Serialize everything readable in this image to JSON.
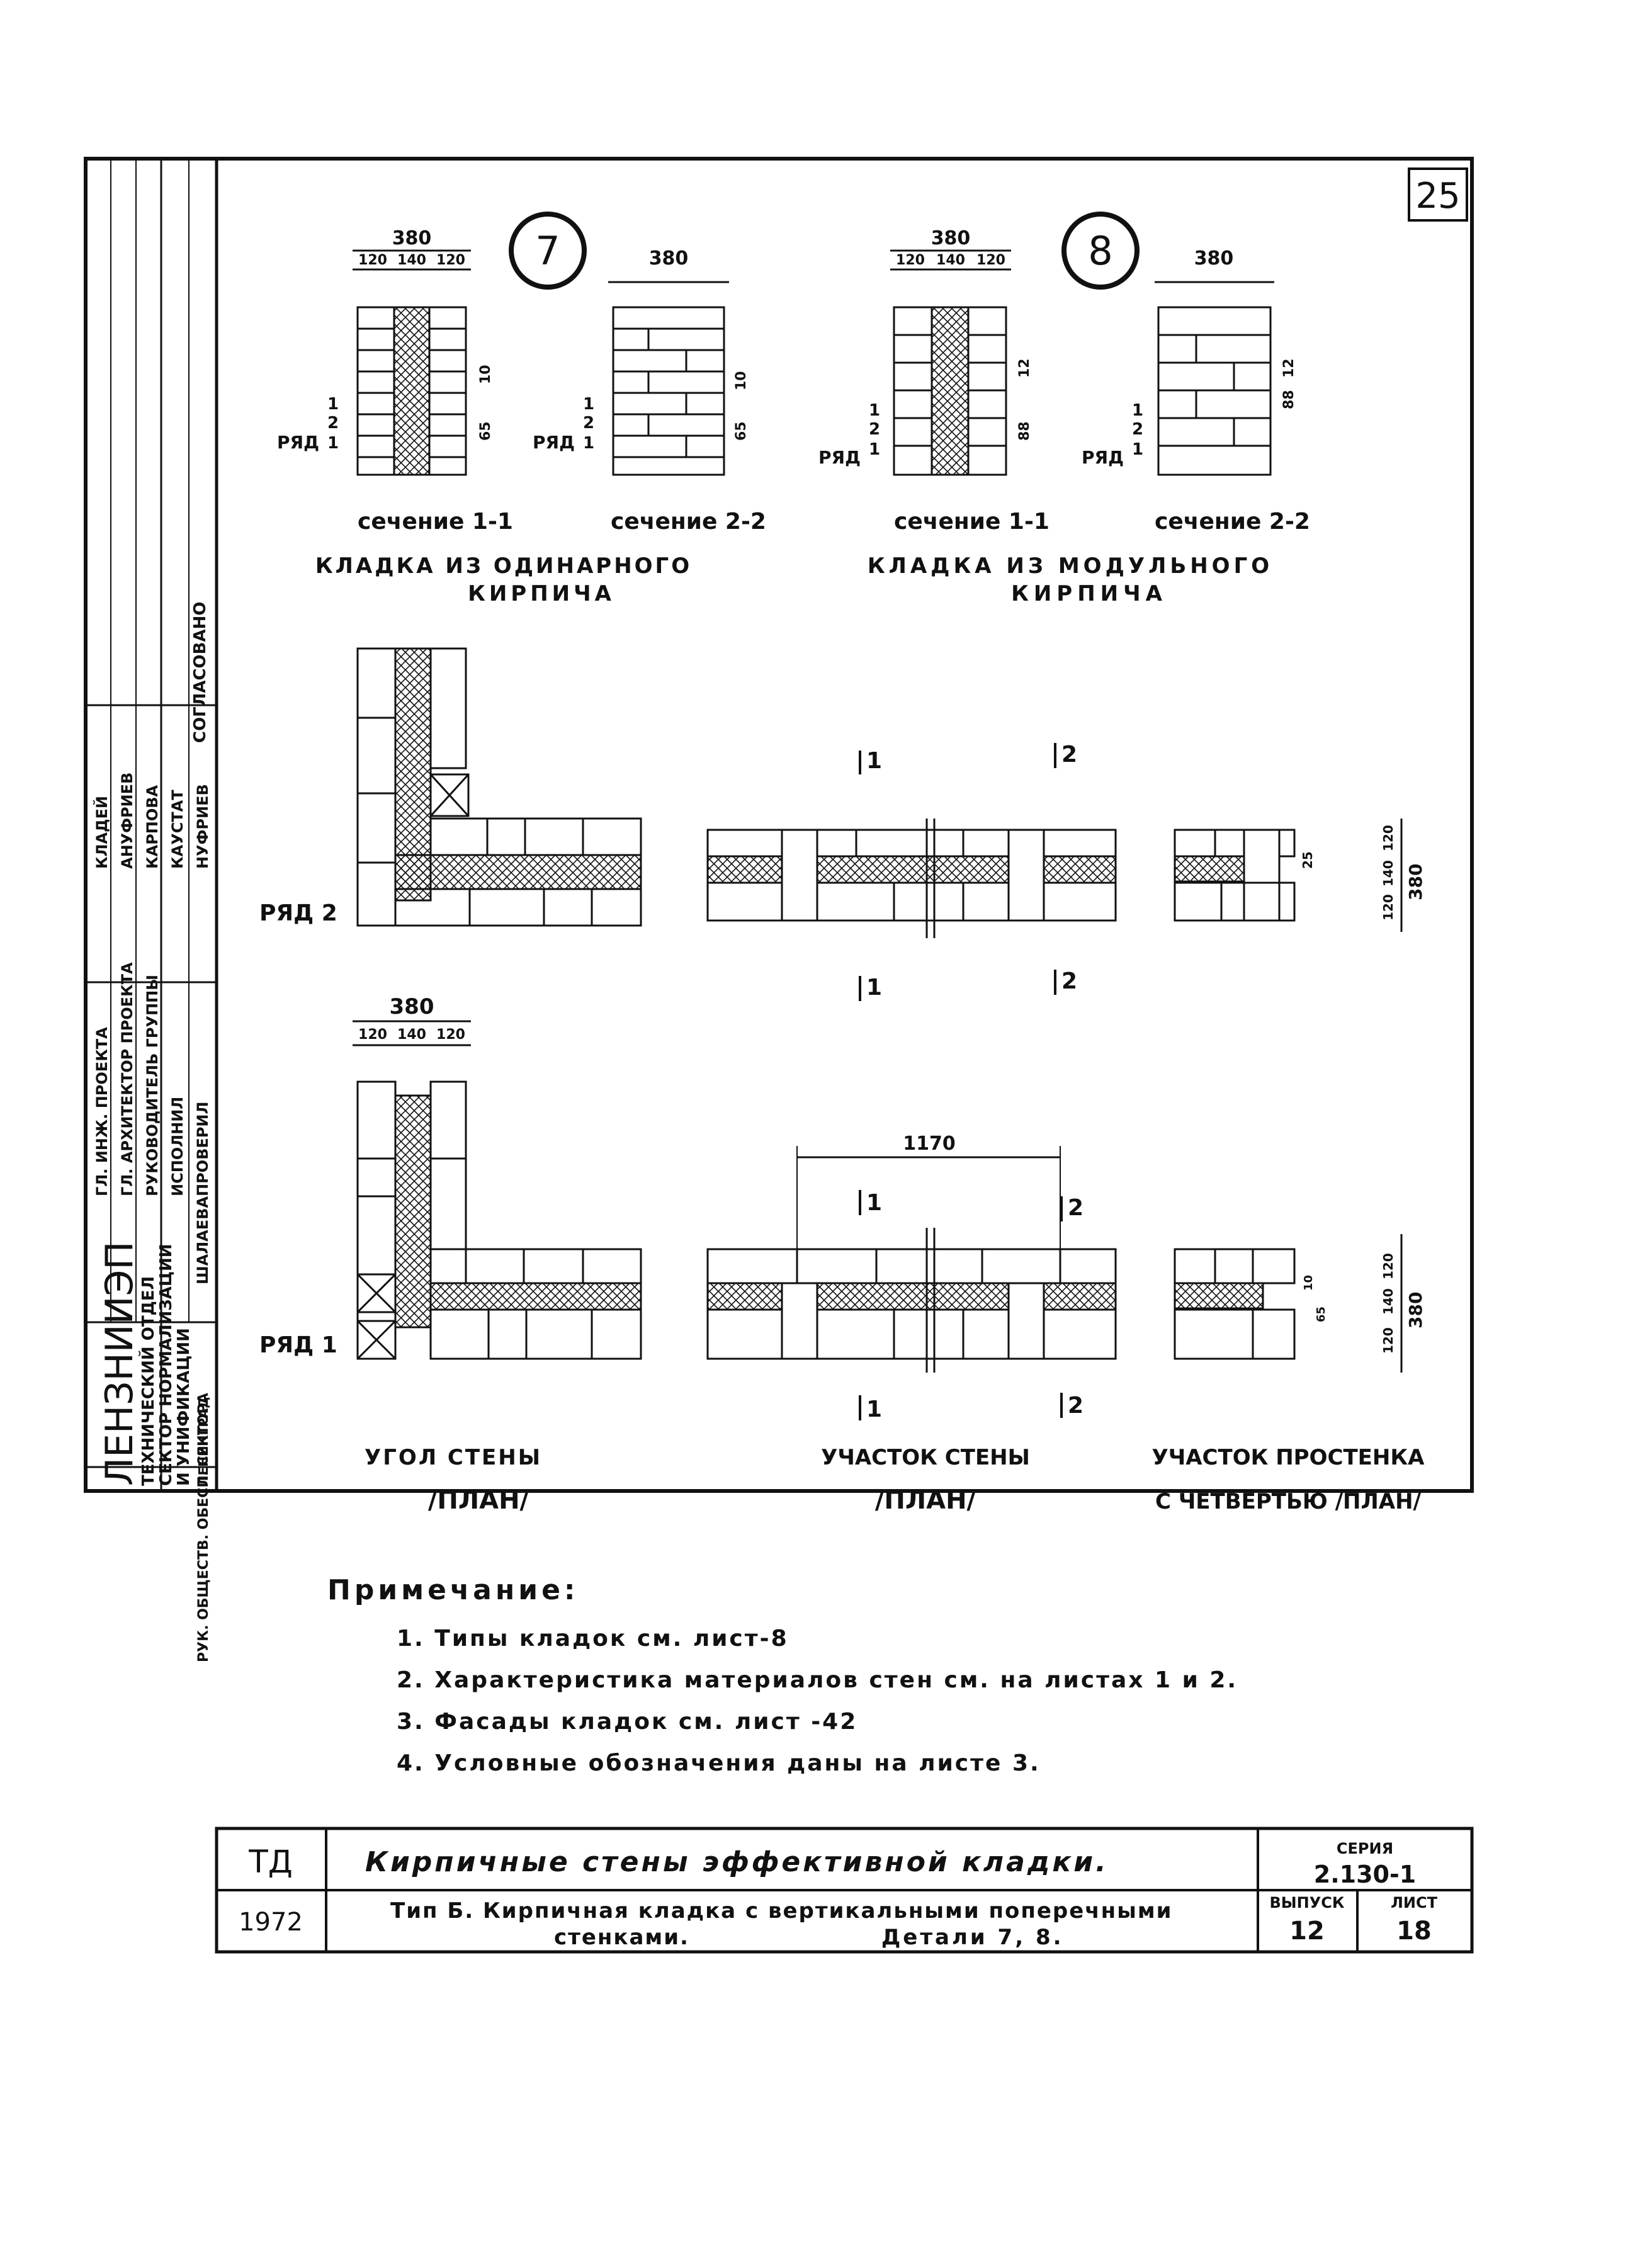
{
  "sheet_number": "25",
  "details": {
    "detail_7": {
      "marker": "7",
      "section_1_1": {
        "dim_total": "380",
        "dim_parts": [
          "120",
          "140",
          "120"
        ],
        "dim_joint": "10",
        "dim_height": "65",
        "caption": "сечение 1-1"
      },
      "section_2_2": {
        "dim_total": "380",
        "dim_joint": "10",
        "dim_height": "65",
        "caption": "сечение 2-2"
      },
      "row_label": "РЯД",
      "row_numbers": [
        "1",
        "2",
        "1"
      ],
      "title_line1": "КЛАДКА ИЗ ОДИНАРНОГО",
      "title_line2": "КИРПИЧА"
    },
    "detail_8": {
      "marker": "8",
      "section_1_1": {
        "dim_total": "380",
        "dim_parts": [
          "120",
          "140",
          "120"
        ],
        "dim_joint": "12",
        "dim_height": "88",
        "caption": "сечение 1-1"
      },
      "section_2_2": {
        "dim_total": "380",
        "dim_joint": "12",
        "dim_height": "88",
        "caption": "сечение 2-2"
      },
      "row_label": "РЯД",
      "row_numbers": [
        "1",
        "2",
        "1"
      ],
      "title_line1": "КЛАДКА ИЗ МОДУЛЬНОГО",
      "title_line2": "КИРПИЧА"
    }
  },
  "plans": {
    "row_2_label": "РЯД 2",
    "row_1_label": "РЯД 1",
    "corner_dim_total": "380",
    "corner_dim_parts": [
      "120",
      "140",
      "120"
    ],
    "section_marks": {
      "mark_1": "1",
      "mark_2": "2"
    },
    "wall_segment_dim": "1170",
    "pier_dims_row2": {
      "total": "380",
      "parts": [
        "120",
        "140",
        "120"
      ],
      "joint": "25"
    },
    "pier_dims_row1": {
      "total": "380",
      "parts": [
        "120",
        "140",
        "120"
      ],
      "joint": "10",
      "height": "65"
    },
    "captions": {
      "corner_line1": "УГОЛ СТЕНЫ",
      "corner_line2": "/ПЛАН/",
      "segment_line1": "УЧАСТОК СТЕНЫ",
      "segment_line2": "/ПЛАН/",
      "pier_line1": "УЧАСТОК ПРОСТЕНКА",
      "pier_line2": "С ЧЕТВЕРТЬЮ /ПЛАН/"
    }
  },
  "notes": {
    "heading": "Примечание:",
    "items": [
      "1. Типы кладок см. лист-8",
      "2. Характеристика материалов стен см. на листах 1 и 2.",
      "3. Фасады кладок см. лист -42",
      "4. Условные обозначения даны на листе 3."
    ]
  },
  "title_block": {
    "code": "ТД",
    "year": "1972",
    "title": "Кирпичные стены эффективной кладки.",
    "subtitle_line1": "Тип Б. Кирпичная кладка с вертикальными поперечными",
    "subtitle_line2": "стенками.",
    "subtitle_details": "Детали 7, 8.",
    "series_label": "СЕРИЯ",
    "series_value": "2.130-1",
    "issue_label": "ВЫПУСК",
    "issue_value": "12",
    "sheet_label": "ЛИСТ",
    "sheet_value": "18"
  },
  "side_stamp": {
    "org_name": "ЛЕНЗНИИЭП",
    "org_line2": "ТЕХНИЧЕСКИЙ ОТДЕЛ",
    "org_line3": "СЕКТОР НОРМАЛИЗАЦИИ",
    "org_line4": "И УНИФИКАЦИИ",
    "org_line5": "ЛЕНИНГРАД",
    "sector_head_role": "РУК. ОБЩЕСТВ. ОБЕСП. СЕКТОРА",
    "roles": [
      "ГЛ. ИНЖ. ПРОЕКТА",
      "ГЛ. АРХИТЕКТОР ПРОЕКТА",
      "РУКОВОДИТЕЛЬ ГРУППЫ",
      "ИСПОЛНИЛ",
      "ПРОВЕРИЛ"
    ],
    "names": [
      "ШАЛАЕВА",
      "КЛАДЕЙ",
      "АНУФРИЕВ",
      "КАРПОВА",
      "КАУСТАТ",
      "НУФРИЕВ"
    ],
    "approved": "СОГЛАСОВАНО"
  }
}
